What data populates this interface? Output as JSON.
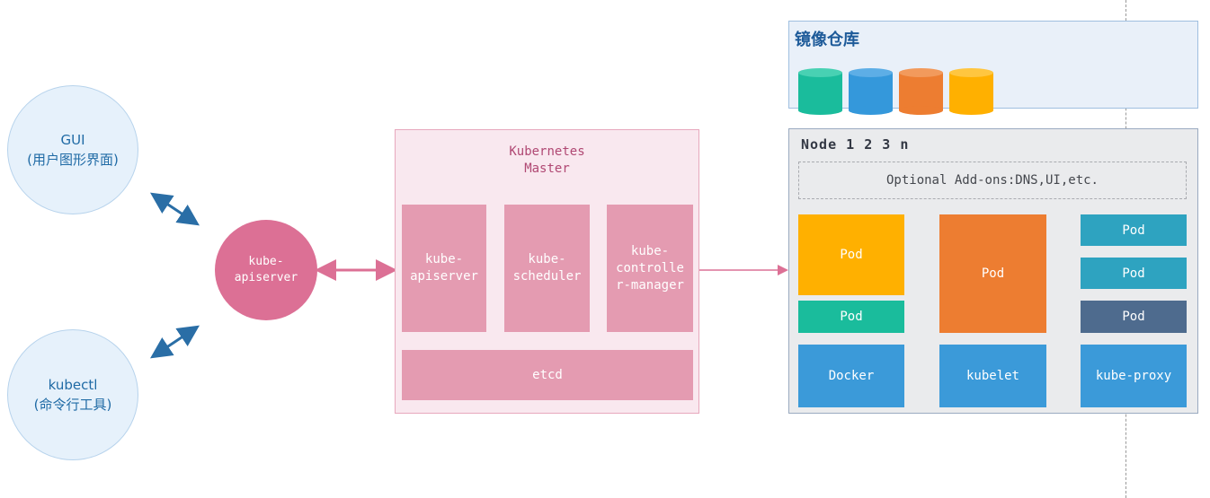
{
  "clients": {
    "gui": {
      "name": "GUI",
      "desc": "(用户图形界面)"
    },
    "kubectl": {
      "name": "kubectl",
      "desc": "(命令行工具)"
    }
  },
  "apiserver_circle": {
    "line1": "kube-",
    "line2": "apiserver"
  },
  "master": {
    "title_line1": "Kubernetes",
    "title_line2": "Master",
    "apiserver": {
      "line1": "kube-",
      "line2": "apiserver"
    },
    "scheduler": {
      "line1": "kube-",
      "line2": "scheduler"
    },
    "controller": {
      "line1": "kube-",
      "line2": "controlle",
      "line3": "r-manager"
    },
    "etcd": "etcd"
  },
  "registry": {
    "title": "镜像仓库",
    "images": [
      {
        "color": "#1abc9c"
      },
      {
        "color": "#3498db"
      },
      {
        "color": "#ed7d31"
      },
      {
        "color": "#ffb000"
      }
    ]
  },
  "node": {
    "title": "Node 1 2 3 n",
    "addons": "Optional Add-ons:DNS,UI,etc.",
    "pods": {
      "pod_a_large": "Pod",
      "pod_a_small": "Pod",
      "pod_b": "Pod",
      "pod_c1": "Pod",
      "pod_c2": "Pod",
      "pod_c3": "Pod"
    },
    "runtime": {
      "docker": "Docker",
      "kubelet": "kubelet",
      "kube_proxy": "kube-proxy"
    }
  },
  "colors": {
    "pod_orange": "#ffb000",
    "pod_green": "#1abc9c",
    "pod_dark_orange": "#ed7d31",
    "pod_teal": "#2ea3c0",
    "pod_slate": "#4e6b8e",
    "runtime_blue": "#3b9ad9",
    "arrow_blue": "#2a6ea6",
    "arrow_pink": "#dc7095"
  }
}
